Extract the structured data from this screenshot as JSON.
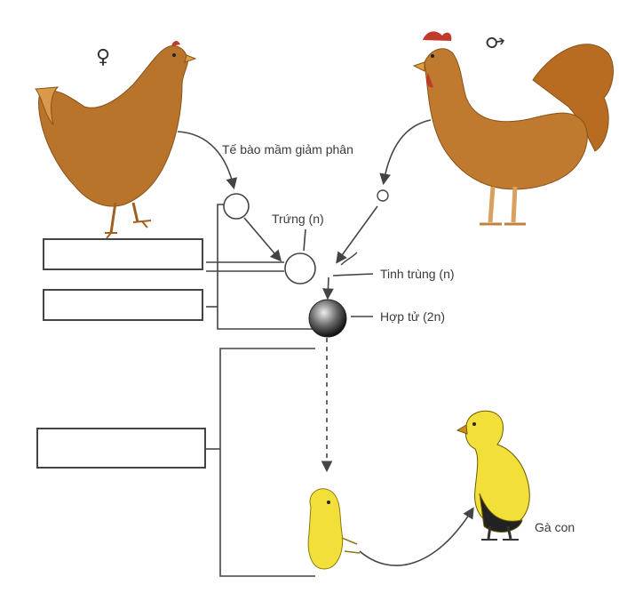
{
  "labels": {
    "meiosis": "Tế bào mầm giảm phân",
    "egg": "Trứng (n)",
    "sperm": "Tinh trùng (n)",
    "zygote": "Hợp tử (2n)",
    "chick": "Gà con"
  },
  "symbols": {
    "female": "♀",
    "male": "♂"
  },
  "colors": {
    "hen": "#b8742a",
    "rooster": "#c07a30",
    "chick": "#f2df3a",
    "line": "#444444"
  },
  "blank_boxes_count_note": ""
}
